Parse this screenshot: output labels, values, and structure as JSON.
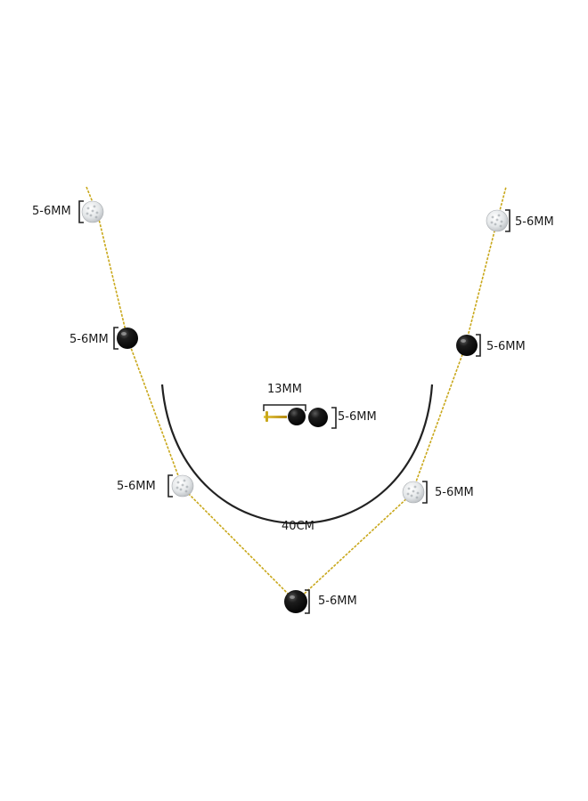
{
  "product": {
    "chain_length": "40CM",
    "earring_length": "13MM"
  },
  "beads": [
    {
      "kind": "crystal",
      "size_label": "5-6MM"
    },
    {
      "kind": "onyx",
      "size_label": "5-6MM"
    },
    {
      "kind": "crystal",
      "size_label": "5-6MM"
    },
    {
      "kind": "onyx",
      "size_label": "5-6MM"
    },
    {
      "kind": "crystal",
      "size_label": "5-6MM"
    },
    {
      "kind": "onyx",
      "size_label": "5-6MM"
    },
    {
      "kind": "crystal",
      "size_label": "5-6MM"
    }
  ],
  "earring": {
    "size_label": "5-6MM"
  },
  "colors": {
    "chain_gold": "#c9a81c",
    "onyx": "#0e0e0e",
    "crystal": "#e6e8ea",
    "measure_line": "#222222",
    "background": "#ffffff"
  }
}
